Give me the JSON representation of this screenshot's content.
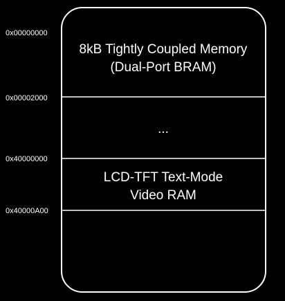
{
  "colors": {
    "background": "#000000",
    "foreground": "#ffffff"
  },
  "memory_map": {
    "addresses": [
      "0x00000000",
      "0x00002000",
      "0x40000000",
      "0x40000A00"
    ],
    "regions": [
      {
        "line1": "8kB Tightly Coupled Memory",
        "line2": "(Dual-Port BRAM)"
      },
      {
        "line1": "..."
      },
      {
        "line1": "LCD-TFT Text-Mode",
        "line2": "Video RAM"
      },
      {
        "line1": ""
      }
    ]
  }
}
